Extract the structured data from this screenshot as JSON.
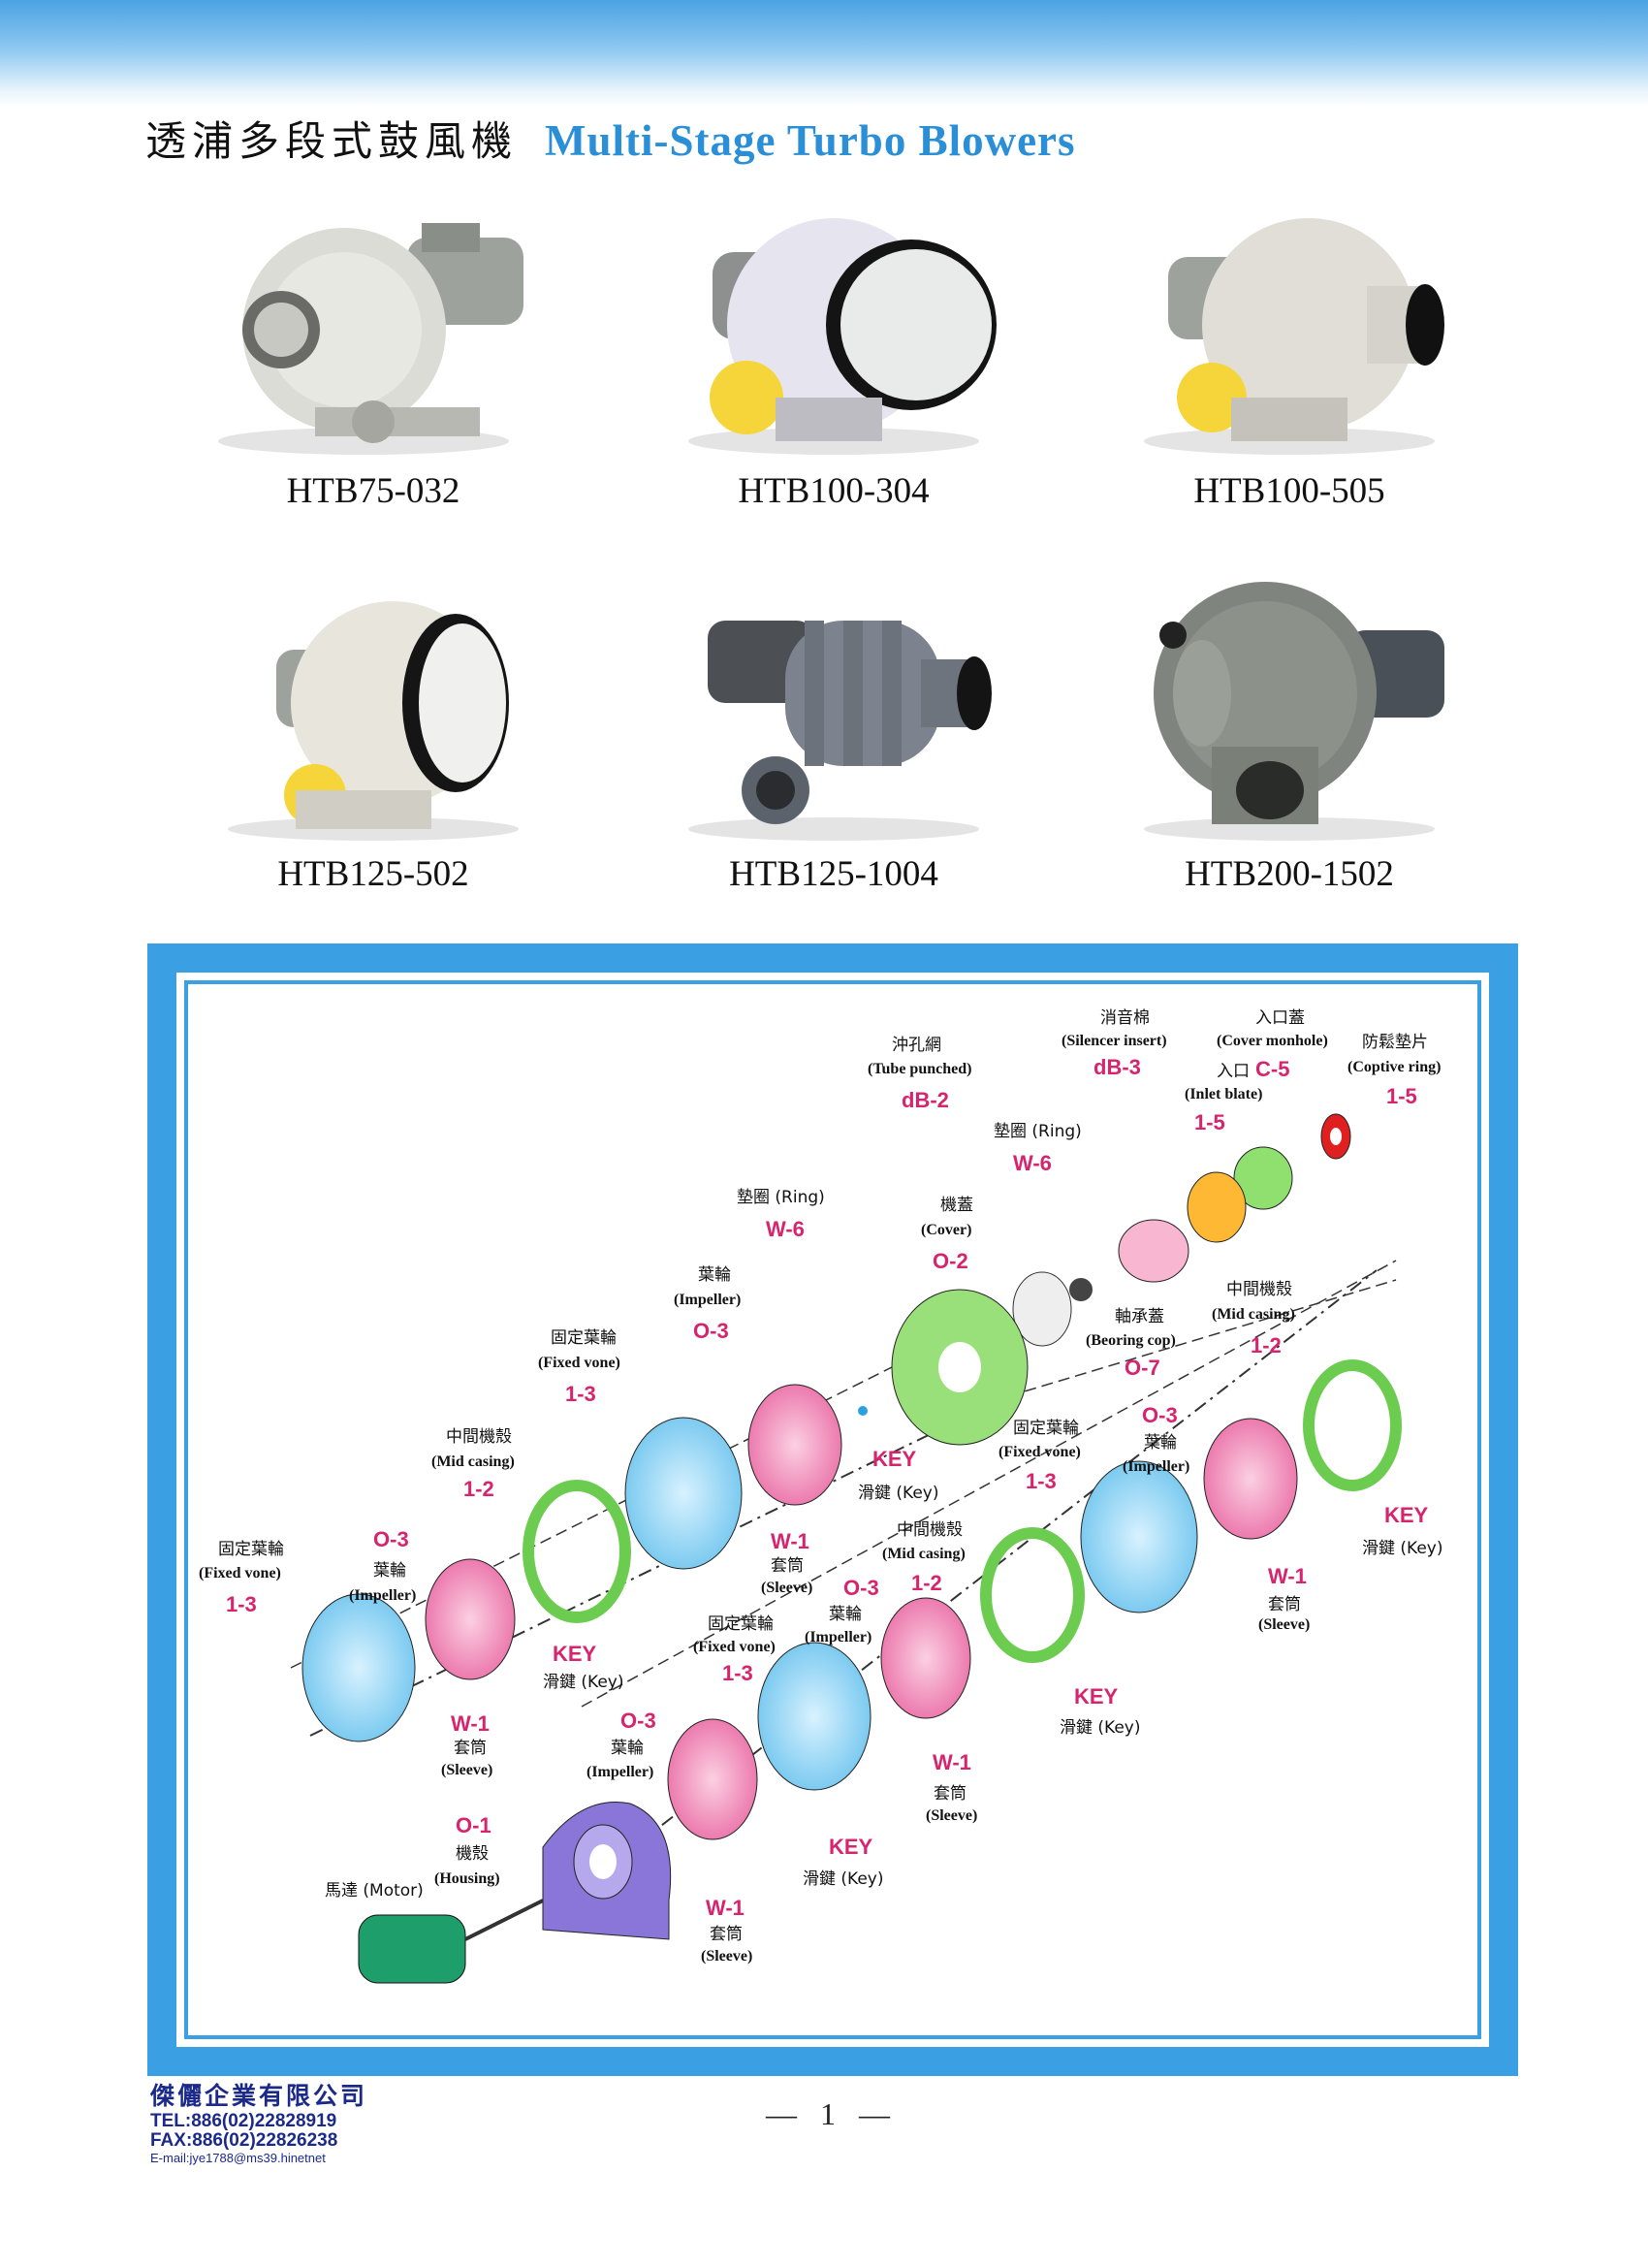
{
  "header": {
    "title_zh": "透浦多段式鼓風機",
    "title_en": "Multi-Stage Turbo Blowers"
  },
  "products": [
    {
      "model": "HTB75-032"
    },
    {
      "model": "HTB100-304"
    },
    {
      "model": "HTB100-505"
    },
    {
      "model": "HTB125-502"
    },
    {
      "model": "HTB125-1004"
    },
    {
      "model": "HTB200-1502"
    }
  ],
  "diagram": {
    "labels": [
      {
        "zh": "沖孔網",
        "en": "(Tube punched)",
        "code": "dB-2"
      },
      {
        "zh": "消音棉",
        "en": "(Silencer insert)",
        "code": "dB-3"
      },
      {
        "zh": "入口蓋",
        "en": "(Cover monhole)",
        "code": "C-5"
      },
      {
        "zh": "防鬆墊片",
        "en": "(Coptive ring)",
        "code": "1-5"
      },
      {
        "zh": "入口",
        "en": "(Inlet blate)",
        "code": "1-5"
      },
      {
        "zh": "墊圈 (Ring)",
        "en": "",
        "code": "W-6"
      },
      {
        "zh": "墊圈 (Ring)",
        "en": "",
        "code": "W-6"
      },
      {
        "zh": "機蓋",
        "en": "(Cover)",
        "code": "O-2"
      },
      {
        "zh": "軸承蓋",
        "en": "(Beoring cop)",
        "code": "O-7"
      },
      {
        "zh": "中間機殼",
        "en": "(Mid casing)",
        "code": "1-2"
      },
      {
        "zh": "葉輪",
        "en": "(Impeller)",
        "code": "O-3"
      },
      {
        "zh": "固定葉輪",
        "en": "(Fixed vone)",
        "code": "1-3"
      },
      {
        "zh": "中間機殼",
        "en": "(Mid casing)",
        "code": "1-2"
      },
      {
        "zh": "滑鍵 (Key)",
        "en": "",
        "code": "KEY"
      },
      {
        "zh": "套筒",
        "en": "(Sleeve)",
        "code": "W-1"
      },
      {
        "zh": "固定葉輪",
        "en": "(Fixed vone)",
        "code": "1-3"
      },
      {
        "zh": "葉輪",
        "en": "(Impeller)",
        "code": "O-3"
      },
      {
        "zh": "滑鍵 (Key)",
        "en": "",
        "code": "KEY"
      },
      {
        "zh": "套筒",
        "en": "(Sleeve)",
        "code": "W-1"
      },
      {
        "zh": "中間機殼",
        "en": "(Mid casing)",
        "code": "1-2"
      },
      {
        "zh": "固定葉輪",
        "en": "(Fixed vone)",
        "code": "1-3"
      },
      {
        "zh": "葉輪",
        "en": "(Impeller)",
        "code": "O-3"
      },
      {
        "zh": "滑鍵 (Key)",
        "en": "",
        "code": "KEY"
      },
      {
        "zh": "套筒",
        "en": "(Sleeve)",
        "code": "W-1"
      },
      {
        "zh": "葉輪",
        "en": "(Impeller)",
        "code": "O-3"
      },
      {
        "zh": "滑鍵 (Key)",
        "en": "",
        "code": "KEY"
      },
      {
        "zh": "套筒",
        "en": "(Sleeve)",
        "code": "W-1"
      },
      {
        "zh": "固定葉輪",
        "en": "(Fixed vone)",
        "code": "1-3"
      },
      {
        "zh": "葉輪",
        "en": "(Impeller)",
        "code": "O-3"
      },
      {
        "zh": "滑鍵 (Key)",
        "en": "",
        "code": "KEY"
      },
      {
        "zh": "套筒",
        "en": "(Sleeve)",
        "code": "W-1"
      },
      {
        "zh": "機殼",
        "en": "(Housing)",
        "code": "O-1"
      },
      {
        "zh": "馬達 (Motor)",
        "en": "",
        "code": ""
      }
    ]
  },
  "footer": {
    "company": "傑儷企業有限公司",
    "tel": "TEL:886(02)22828919",
    "fax": "FAX:886(02)22826238",
    "email": "E-mail:jye1788@ms39.hinetnet",
    "page": "— 1 —"
  },
  "colors": {
    "brand_blue": "#2a8fd6",
    "frame_blue": "#3aa0e3",
    "code_magenta": "#d6246e",
    "impeller_pink": "#f08ab8",
    "vane_blue": "#8fd3f4",
    "casing_green": "#8fe07a",
    "housing_purple": "#8a76d8",
    "motor_green": "#1e9e6a"
  }
}
